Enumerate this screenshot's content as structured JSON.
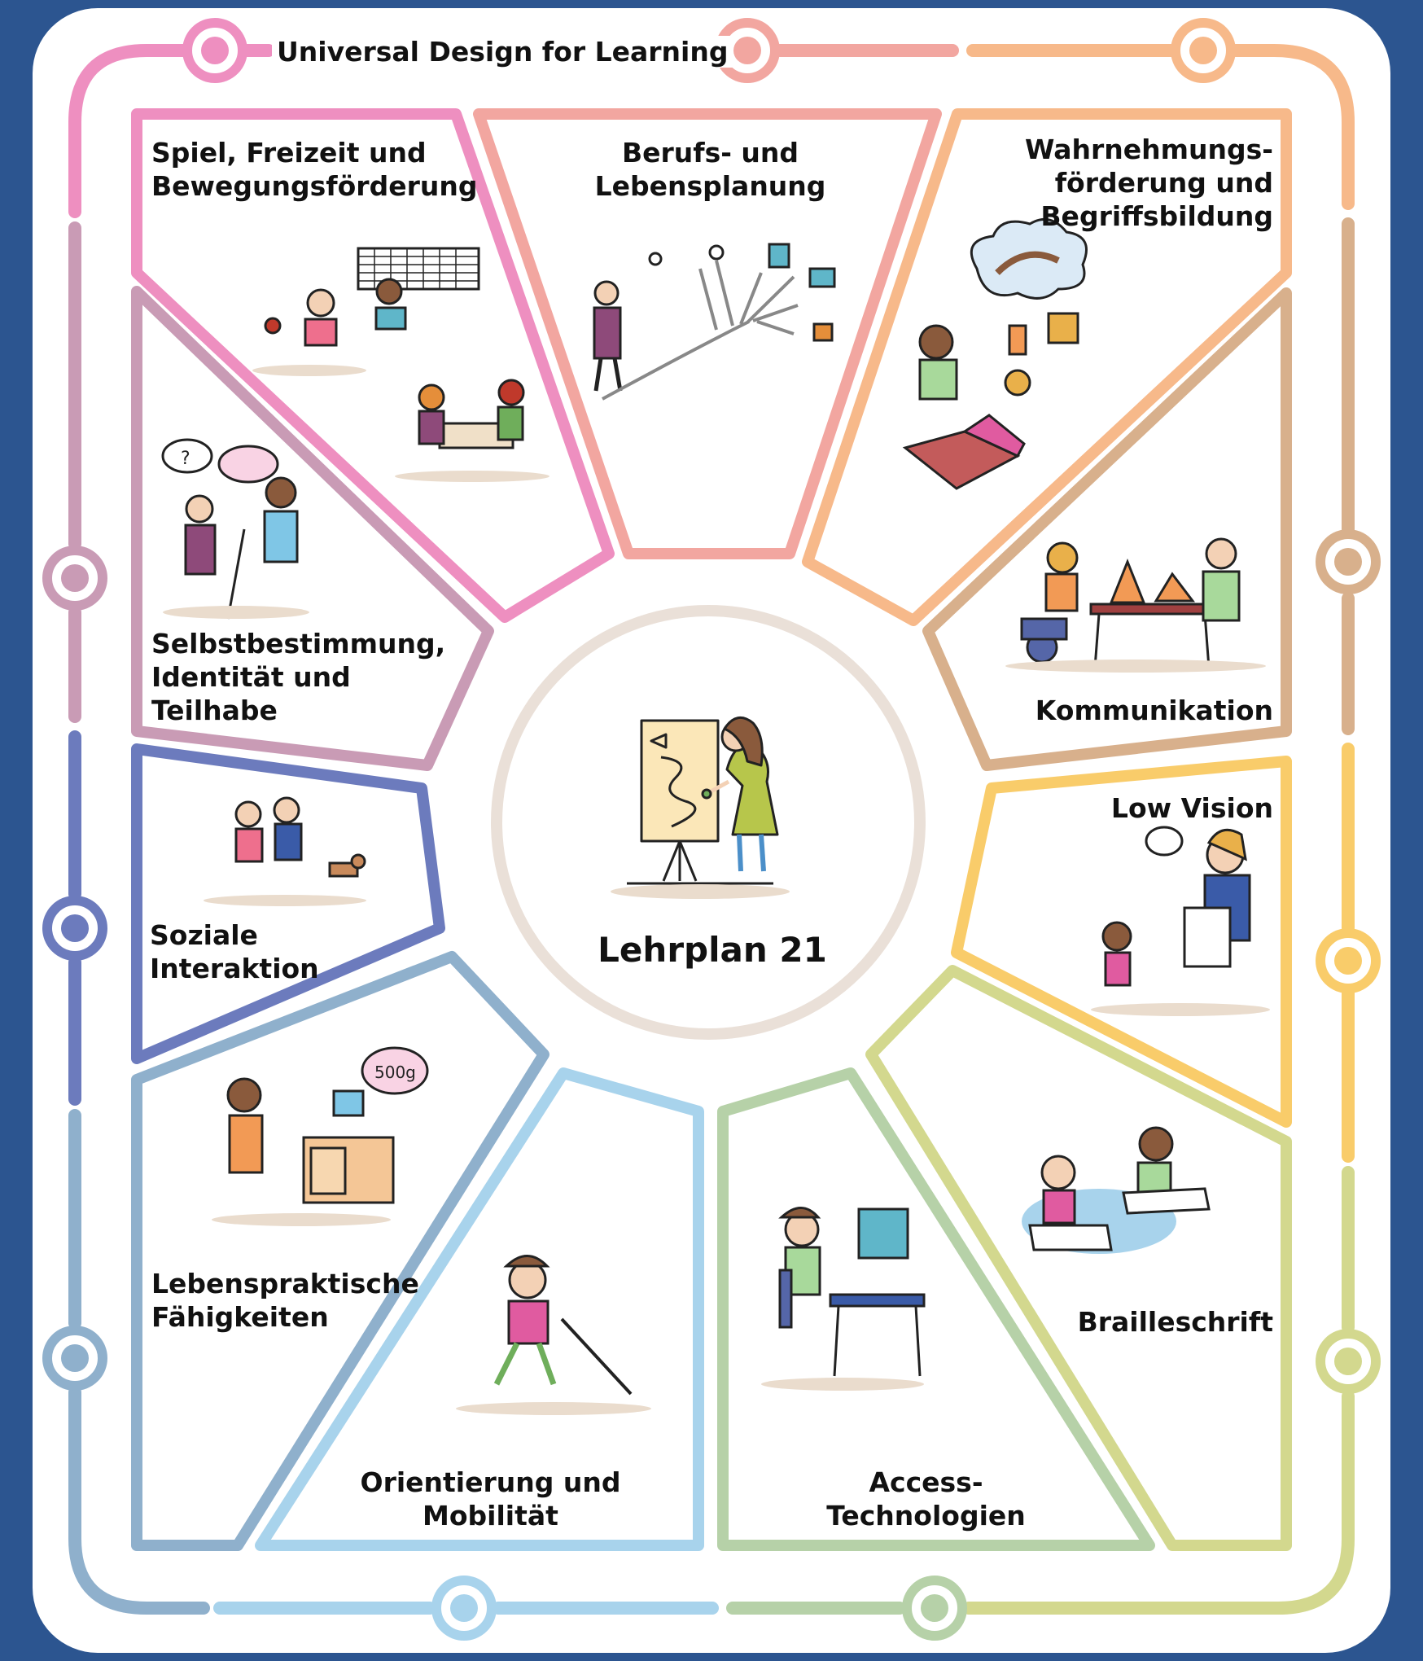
{
  "title": "Universal Design for Learning",
  "center": {
    "label": "Lehrplan 21"
  },
  "areas": [
    {
      "id": "spiel",
      "lines": [
        "Spiel, Freizeit und",
        "Bewegungsförderung"
      ]
    },
    {
      "id": "beruf",
      "lines": [
        "Berufs- und",
        "Lebensplanung"
      ]
    },
    {
      "id": "wahrnehmung",
      "lines": [
        "Wahrnehmungs-",
        "förderung und",
        "Begriffsbildung"
      ]
    },
    {
      "id": "selbst",
      "lines": [
        "Selbstbestimmung,",
        "Identität und",
        "Teilhabe"
      ]
    },
    {
      "id": "kommunikation",
      "lines": [
        "Kommunikation"
      ]
    },
    {
      "id": "lowvision",
      "lines": [
        "Low Vision"
      ]
    },
    {
      "id": "sozial",
      "lines": [
        "Soziale",
        "Interaktion"
      ]
    },
    {
      "id": "lebens",
      "lines": [
        "Lebenspraktische",
        "Fähigkeiten"
      ]
    },
    {
      "id": "braille",
      "lines": [
        "Brailleschrift"
      ]
    },
    {
      "id": "orientierung",
      "lines": [
        "Orientierung und",
        "Mobilität"
      ]
    },
    {
      "id": "access",
      "lines": [
        "Access-",
        "Technologien"
      ]
    }
  ],
  "colors": {
    "background": "#2c5590",
    "panel": "#ffffff",
    "pink": "#ee8fc0",
    "salmon": "#f2a6a0",
    "orange": "#f7b98a",
    "mauve": "#c99bb5",
    "tan": "#d8b08c",
    "gold": "#f9cc6a",
    "indigo": "#6c7bbd",
    "steel": "#8fb0cc",
    "sky": "#a8d3ec",
    "sage": "#b6d1a8",
    "lime": "#d3d88e",
    "circle": "#eae0d8"
  }
}
